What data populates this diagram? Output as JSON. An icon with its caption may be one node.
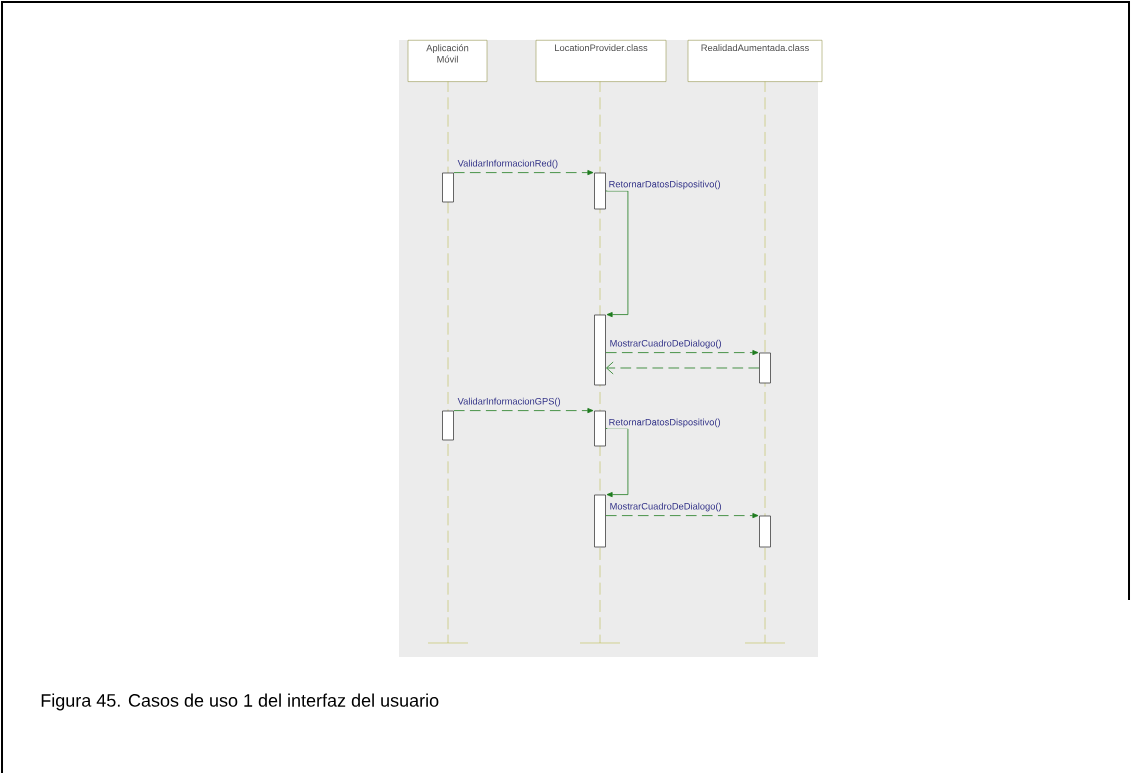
{
  "diagram": {
    "caption": "Figura 45. Casos de uso 1 del interfaz del usuario",
    "nodes": [
      {
        "text": [
          "Aplicación Móvil"
        ]
      },
      {
        "text": [
          "LocationProvider.class"
        ]
      },
      {
        "text": [
          "RealidadAumentada.class"
        ]
      },
      {
        "text": [],
        "shape": "bar"
      },
      {
        "text": [],
        "shape": "bar"
      },
      {
        "text": [],
        "shape": "bar"
      },
      {
        "text": [],
        "shape": "bar"
      },
      {
        "text": [],
        "shape": "bar"
      },
      {
        "text": [],
        "shape": "bar"
      },
      {
        "text": [],
        "shape": "bar"
      },
      {
        "text": [],
        "shape": "bar"
      }
    ],
    "edges": [
      {
        "from": 3,
        "to": 4,
        "arrow": "to",
        "label": "ValidarInformacionRed()",
        "style": "dashed"
      },
      {
        "from": 4,
        "to": 5,
        "arrow": "to",
        "label": "RetornarDatosDispositivo()"
      },
      {
        "from": 5,
        "to": 6,
        "arrow": "to",
        "label": "MostrarCuadroDeDialogo()",
        "style": "dashed"
      },
      {
        "from": 6,
        "to": 5,
        "arrow": "to",
        "style": "dashed"
      },
      {
        "from": 7,
        "to": 8,
        "arrow": "to",
        "label": "ValidarInformacionGPS()",
        "style": "dashed"
      },
      {
        "from": 8,
        "to": 9,
        "arrow": "to",
        "label": "RetornarDatosDispositivo()"
      },
      {
        "from": 9,
        "to": 10,
        "arrow": "to",
        "label": "MostrarCuadroDeDialogo()",
        "style": "dashed"
      }
    ]
  }
}
